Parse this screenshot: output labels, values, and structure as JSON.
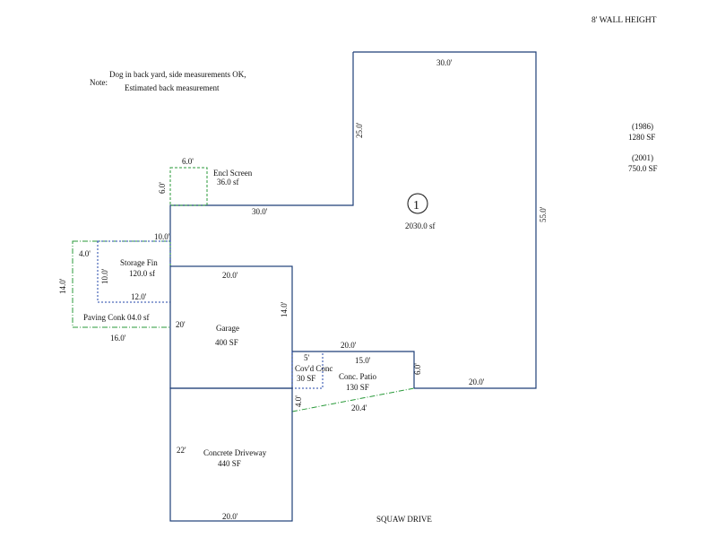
{
  "header": {
    "wall_height": "8' WALL HEIGHT"
  },
  "note": {
    "label": "Note:",
    "line1": "Dog in back yard, side measurements OK,",
    "line2": "Estimated back measurement"
  },
  "history": {
    "year1": "(1986)",
    "area1": "1280 SF",
    "year2": "(2001)",
    "area2": "750.0 SF"
  },
  "main_area": {
    "number": "1",
    "area": "2030.0 sf",
    "dims": {
      "top": "30.0'",
      "upper_left": "25.0'",
      "right": "55.0'",
      "mid": "30.0'",
      "bottom_right": "20.0'"
    }
  },
  "encl_screen": {
    "label": "Encl Screen",
    "area": "36.0 sf",
    "width": "6.0'",
    "height": "6.0'"
  },
  "storage": {
    "label": "Storage Fin",
    "area": "120.0 sf",
    "top": "10.0'",
    "side": "10.0'",
    "bottom": "12.0'",
    "corner": "4.0'"
  },
  "paving": {
    "label": "Paving Conk",
    "area": "04.0 sf",
    "side": "14.0'",
    "bottom": "16.0'"
  },
  "garage": {
    "label": "Garage",
    "area": "400 SF",
    "top": "20.0'",
    "right": "14.0'",
    "left": "20'"
  },
  "covd_conc": {
    "label": "Cov'd Conc",
    "area": "30 SF",
    "top": "5'",
    "side": "4.0'"
  },
  "conc_patio": {
    "label": "Conc. Patio",
    "area": "130 SF",
    "top": "20.0'",
    "inner": "15.0'",
    "right": "6.0'",
    "bottom": "20.4'"
  },
  "driveway": {
    "label": "Concrete Driveway",
    "area": "440 SF",
    "left": "22'",
    "bottom": "20.0'"
  },
  "street": {
    "name": "SQUAW DRIVE"
  }
}
